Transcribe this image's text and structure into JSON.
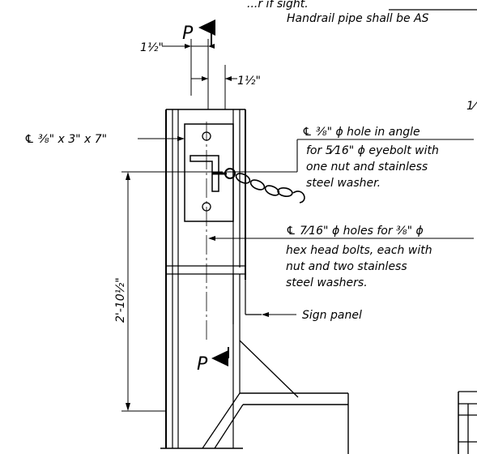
{
  "drawing": {
    "top_note_cut": "...r if sight.",
    "top_note": "Handrail pipe shall be AS",
    "section_marks": {
      "top": "P",
      "bottom": "P"
    },
    "dims": {
      "left_offset": "1½\"",
      "right_offset": "1½\"",
      "height": "2'-10½\""
    },
    "plate_label": "℄ ⅜\" x 3\" x 7\"",
    "cut_edge_mark": "1⁄",
    "note_hole_angle": {
      "line1": "℄ ⅜\" ϕ hole in angle",
      "line2": "for 5⁄16\" ϕ eyebolt with",
      "line3": "one nut and stainless",
      "line4": "steel washer."
    },
    "note_bolt_holes": {
      "line1": "℄ 7⁄16\" ϕ holes for ⅜\" ϕ",
      "line2": "hex head bolts, each with",
      "line3": "nut and two stainless",
      "line4": "steel washers."
    },
    "sign_panel": "Sign panel"
  }
}
